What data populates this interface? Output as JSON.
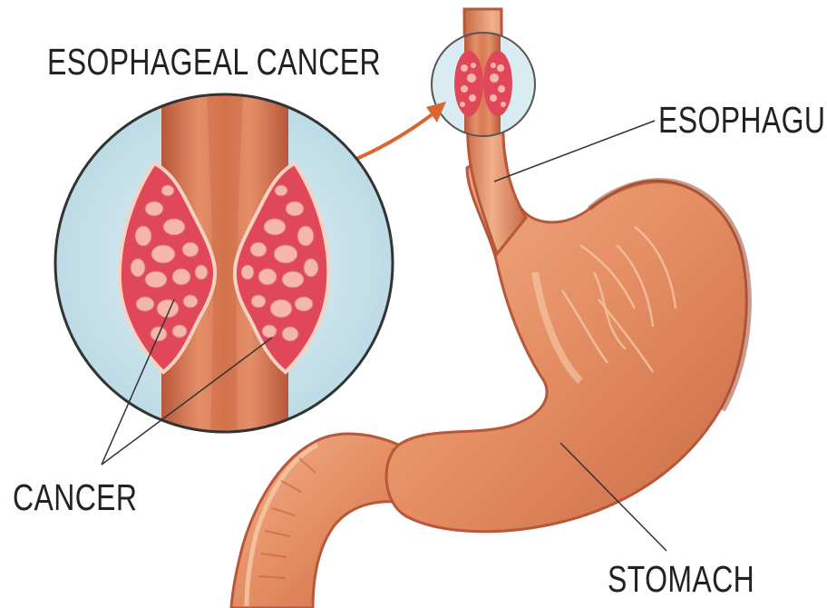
{
  "labels": {
    "title": "ESOPHAGEAL CANCER",
    "esophagus": "ESOPHAGUS",
    "cancer": "CANCER",
    "stomach": "STOMACH"
  },
  "colors": {
    "tissue": "#e8956a",
    "tissue_dark": "#b85a3a",
    "tissue_light": "#f5c0a0",
    "tumor": "#e0485a",
    "tumor_cell": "#f7b7a8",
    "magnifier_bg": "#cfe6ee",
    "arrow": "#d9652f",
    "pointer": "#333333"
  },
  "icons": [
    "magnifier-circle",
    "source-circle",
    "arrow"
  ]
}
